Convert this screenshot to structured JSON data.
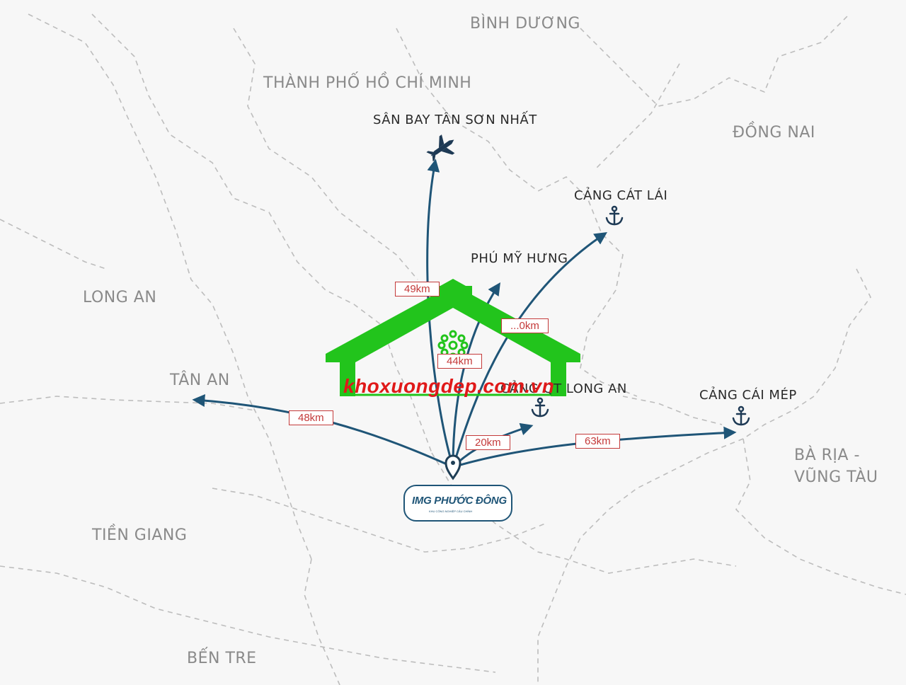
{
  "regions": {
    "binh_duong": "BÌNH DƯƠNG",
    "hcm": "THÀNH PHỐ HỒ CHÍ MINH",
    "dong_nai": "ĐỒNG NAI",
    "long_an": "LONG AN",
    "tien_giang": "TIỀN GIANG",
    "ben_tre": "BẾN TRE",
    "ba_ria_1": "BÀ RỊA -",
    "ba_ria_2": "VŨNG TÀU"
  },
  "places": {
    "airport": "SÂN BAY TÂN SƠN NHẤT",
    "cat_lai": "CẢNG CÁT LÁI",
    "phu_my_hung": "PHÚ MỸ HƯNG",
    "tan_an": "TÂN AN",
    "qt_long_an": "CẢNG QT LONG AN",
    "cai_mep": "CẢNG CÁI MÉP"
  },
  "distances": {
    "airport": "49km",
    "cat_lai": "...0km",
    "phu_my_hung": "44km",
    "tan_an": "48km",
    "qt_long_an": "20km",
    "cai_mep": "63km"
  },
  "watermark": "khoxuongdep.com.vn",
  "logo": {
    "name": "IMG PHƯỚC ĐÔNG",
    "subtitle": "KHU CÔNG NGHIỆP CẢU CHÍNH"
  },
  "colors": {
    "route": "#1f5577",
    "label_border": "#c43a3a",
    "watermark_house": "#22c41c",
    "watermark_text": "#e01919",
    "boundary": "#bdbdbd"
  },
  "icons": [
    "airplane-icon",
    "anchor-icon",
    "location-pin-icon",
    "house-watermark-icon"
  ]
}
